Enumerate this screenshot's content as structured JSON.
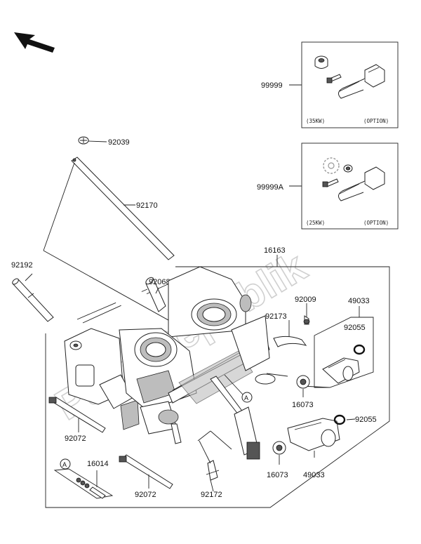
{
  "watermark": "PartsRepublik",
  "labels": {
    "p99999": "99999",
    "p99999a": "99999A",
    "p92039": "92039",
    "p92170": "92170",
    "p92192": "92192",
    "p92068": "92068",
    "p16163": "16163",
    "p92009": "92009",
    "p92173": "92173",
    "p49033_top": "49033",
    "p92055_top": "92055",
    "p16073_top": "16073",
    "p92055_bot": "92055",
    "p16073_bot": "16073",
    "p49033_bot": "49033",
    "p92072_left": "92072",
    "p16014": "16014",
    "p92072_bot": "92072",
    "p92172": "92172"
  },
  "option_box_1": {
    "power": "(35KW)",
    "option": "(OPTION)"
  },
  "option_box_2": {
    "power": "(25KW)",
    "option": "(OPTION)"
  },
  "callouts": {
    "a_main": "A",
    "a_kit": "A"
  },
  "icons": {
    "direction": "front-arrow-icon"
  }
}
